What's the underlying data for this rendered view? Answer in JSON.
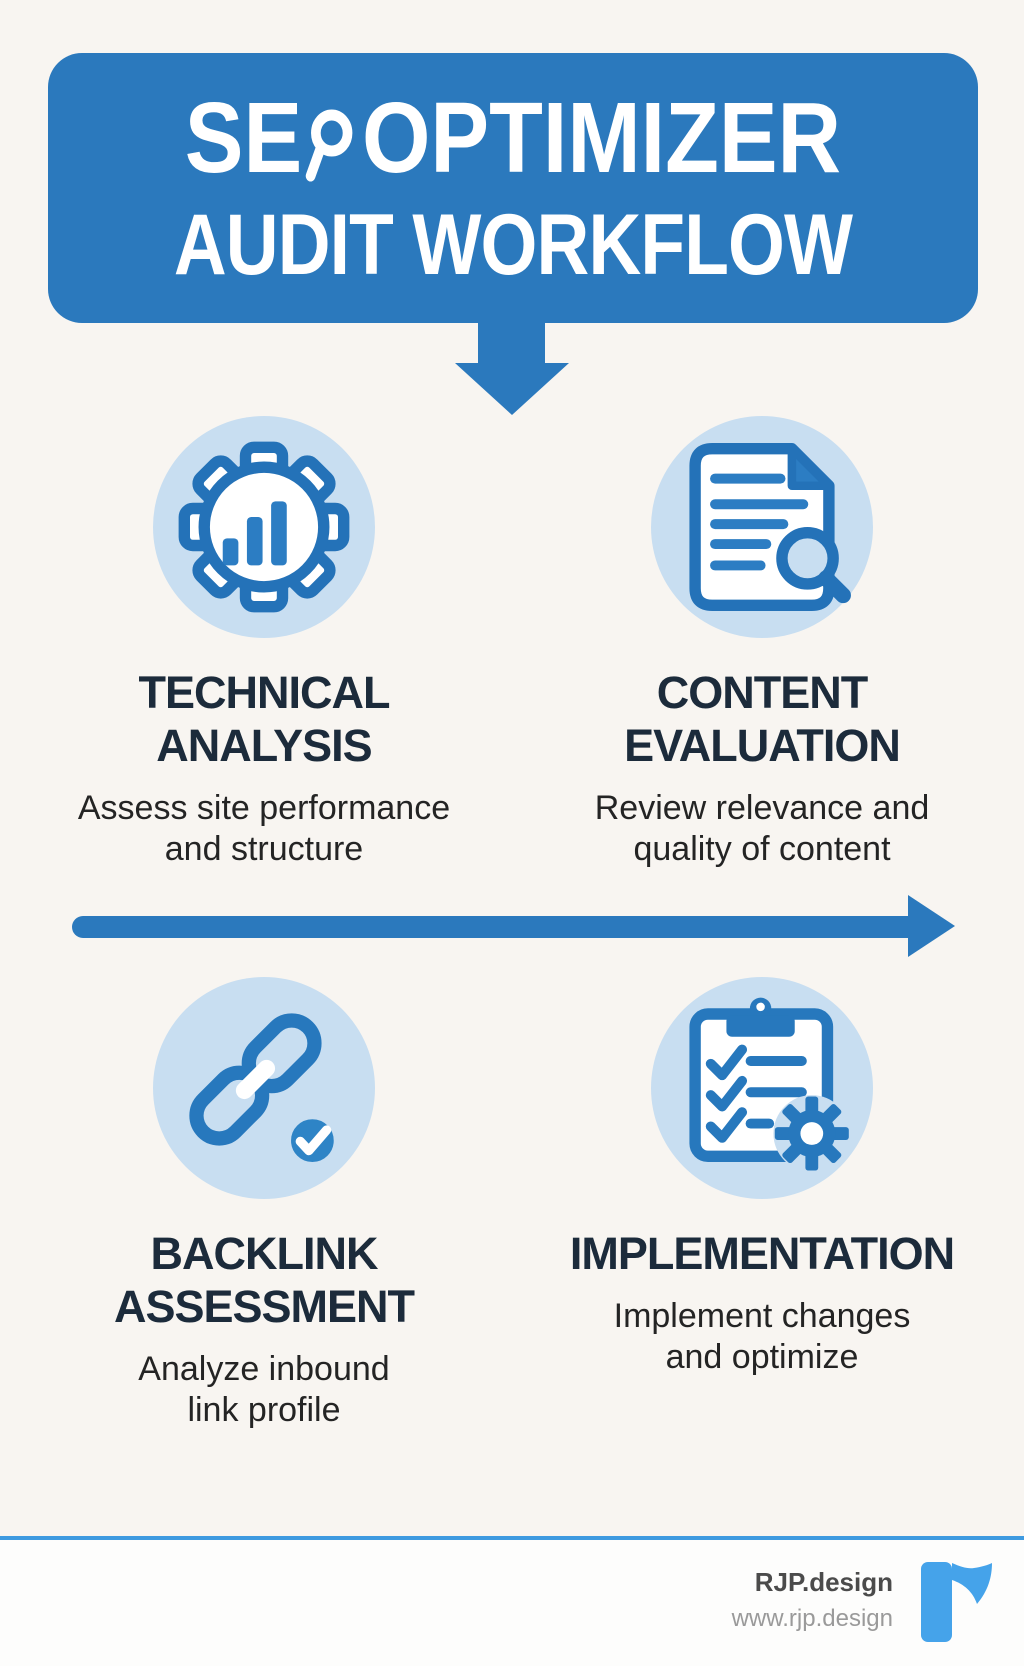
{
  "page": {
    "background": "#f8f5f1"
  },
  "header": {
    "title_prefix": "SE",
    "title_suffix": "OPTIMIZER",
    "subtitle": "AUDIT WORKFLOW",
    "banner_color": "#2b79bd",
    "magnifier_icon": "magnifier-o-icon"
  },
  "flow": {
    "down_arrow_icon": "down-arrow-icon",
    "right_arrow_icon": "right-arrow-icon",
    "arrow_color": "#2b79bd"
  },
  "steps": [
    {
      "title": "TECHNICAL\nANALYSIS",
      "description": "Assess site performance\nand structure",
      "icon": "gear-bar-chart-icon"
    },
    {
      "title": "CONTENT\nEVALUATION",
      "description": "Review relevance and\nquality of content",
      "icon": "document-magnifier-icon"
    },
    {
      "title": "BACKLINK\nASSESSMENT",
      "description": "Analyze inbound\nlink profile",
      "icon": "chain-link-check-icon"
    },
    {
      "title": "IMPLEMENTATION",
      "description": "Implement changes\nand optimize",
      "icon": "clipboard-checklist-gear-icon"
    }
  ],
  "footer": {
    "brand": "RJP.design",
    "website": "www.rjp.design",
    "logo": "r-logo-icon",
    "divider_color": "#3e9ae0"
  },
  "colors": {
    "banner_blue": "#2b79bd",
    "icon_stroke_blue": "#2472b8",
    "icon_fill_blue": "#2c7dc3",
    "icon_circle_bg": "#c8def1",
    "badge_blue": "#2e84c6",
    "title_navy": "#1c2b3b",
    "body_text": "#242424",
    "logo_blue": "#45a3ea"
  }
}
